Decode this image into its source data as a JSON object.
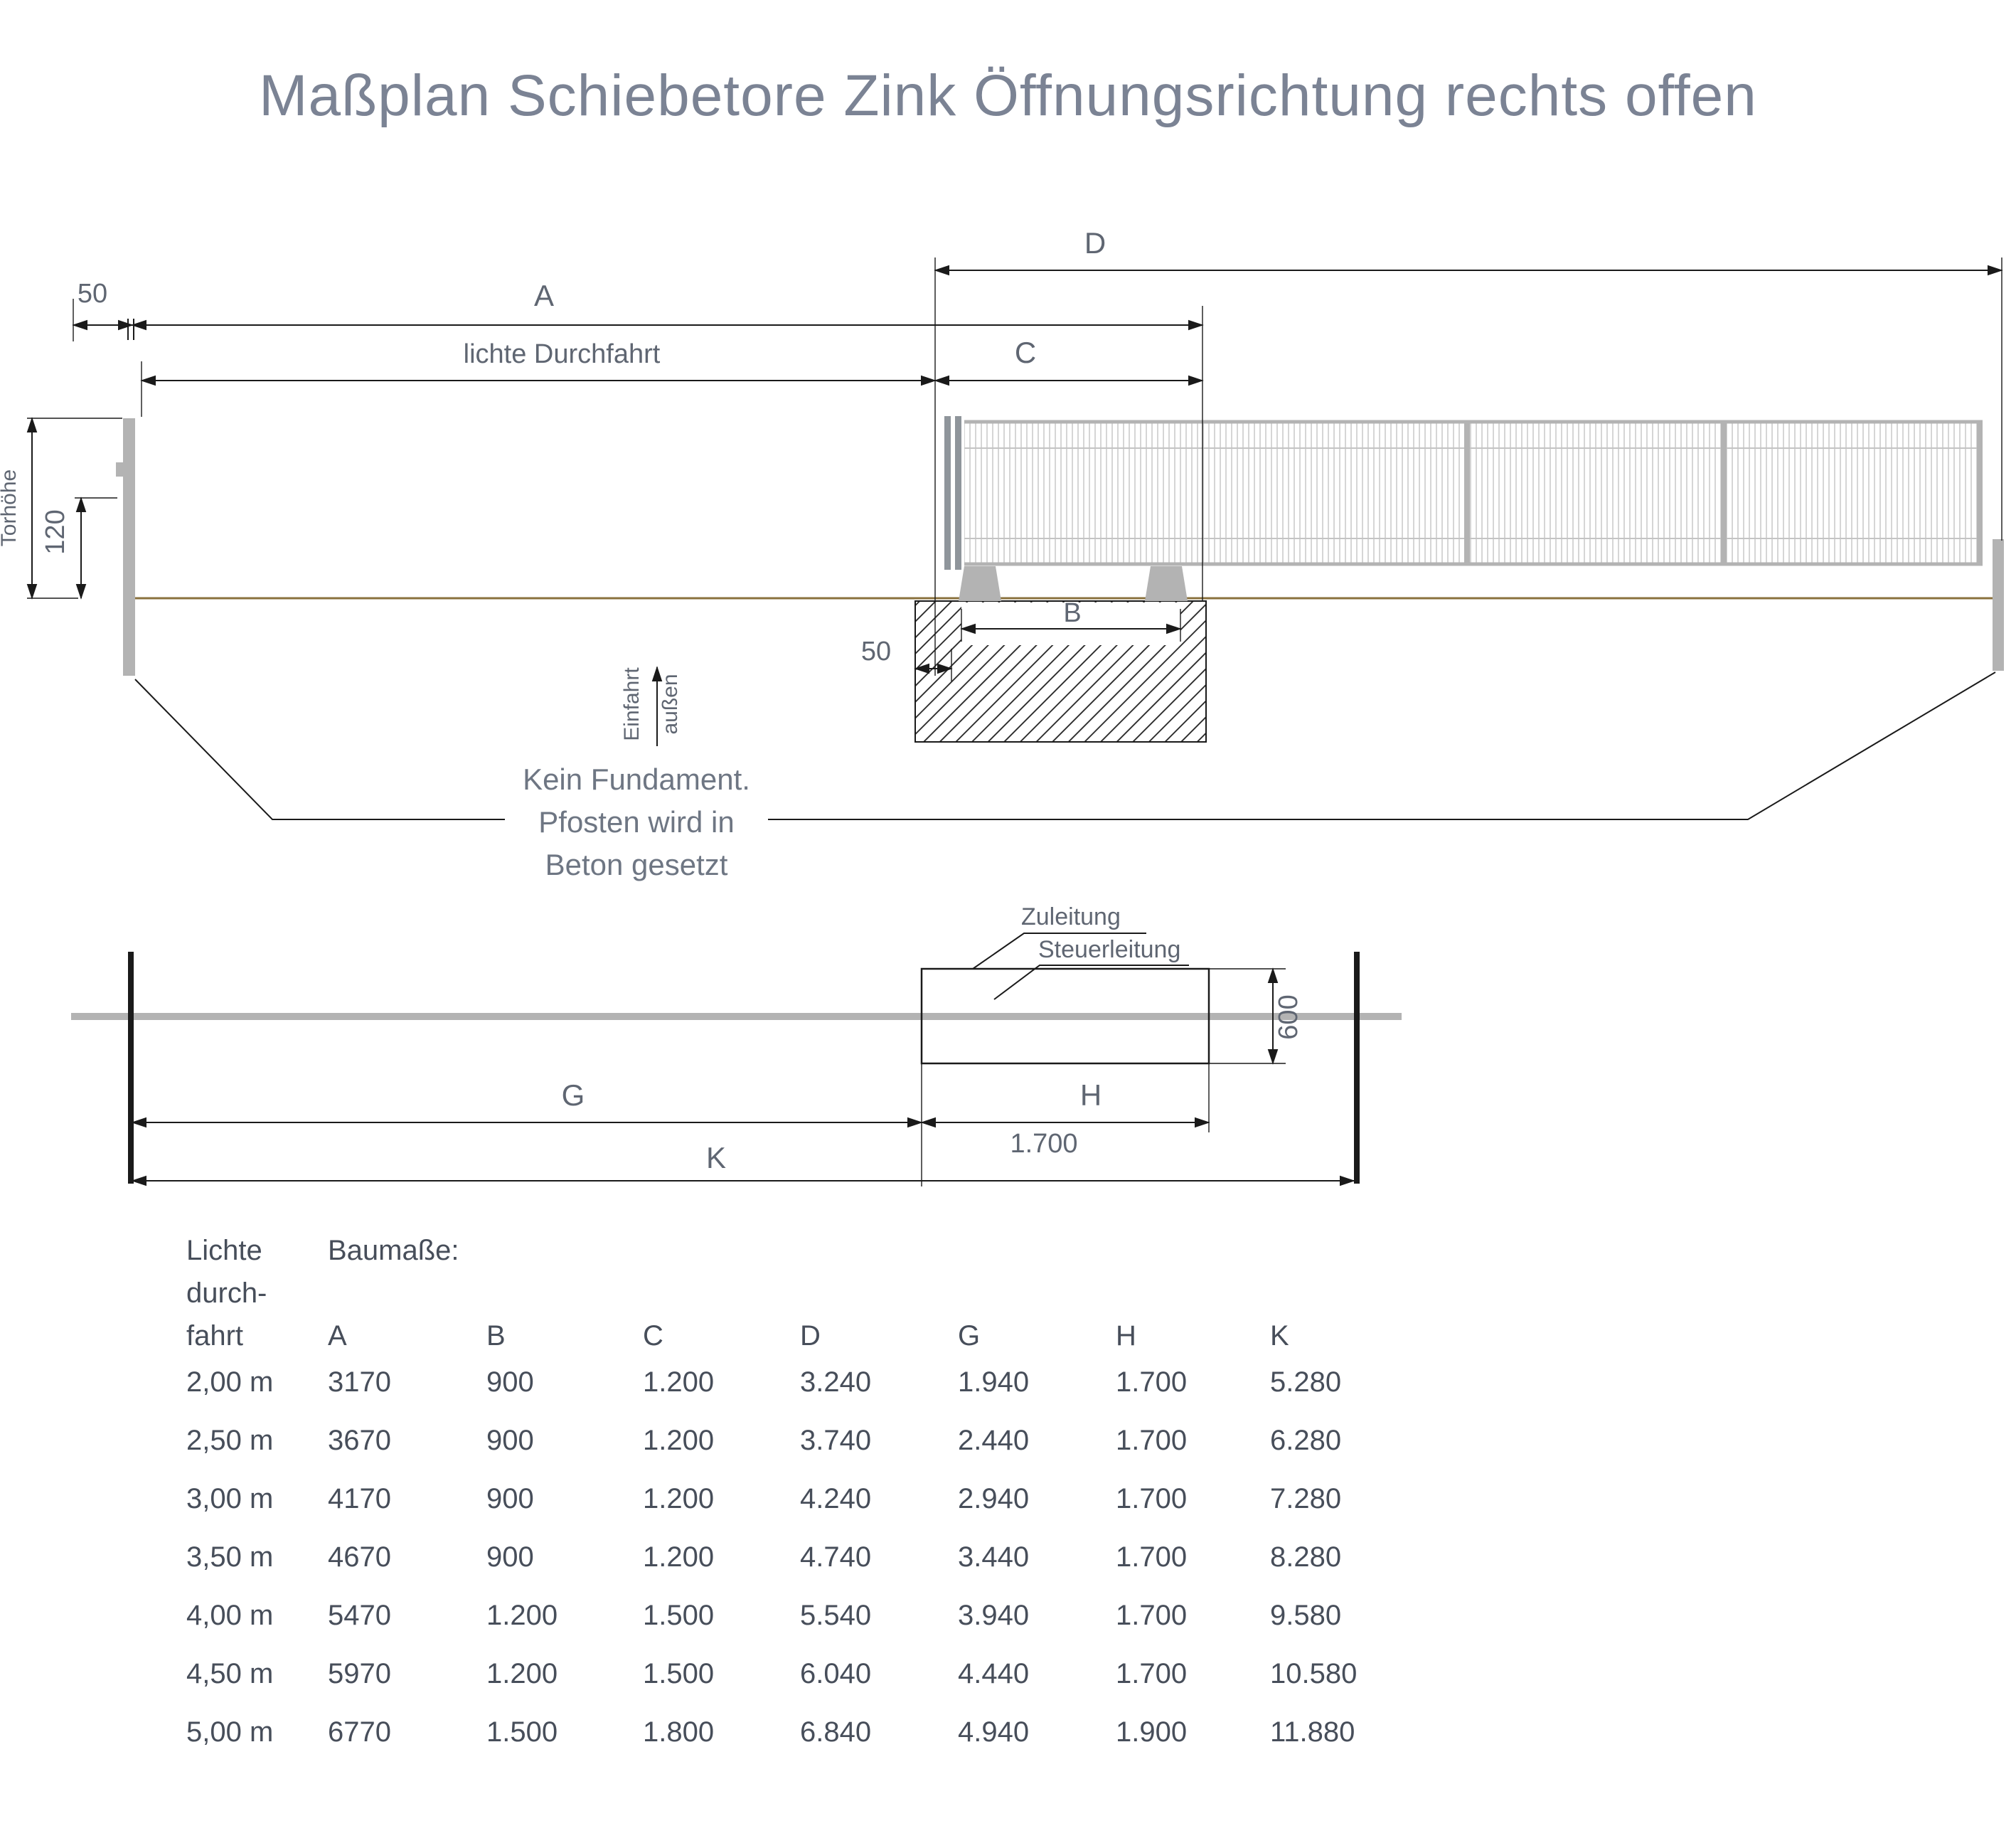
{
  "title": "Maßplan Schiebetore Zink Öffnungsrichtung rechts offen",
  "diagram": {
    "dim_D": "D",
    "dim_50_top": "50",
    "dim_A": "A",
    "dim_lichte_durchfahrt": "lichte Durchfahrt",
    "dim_C": "C",
    "dim_torhoehe": "Torhöhe",
    "dim_120": "120",
    "dim_B": "B",
    "dim_50_foundation": "50",
    "einfahrt_label": "Einfahrt",
    "aussen_label": "außen",
    "note_line1": "Kein Fundament.",
    "note_line2": "Pfosten wird in",
    "note_line3": "Beton gesetzt",
    "zuleitung_label": "Zuleitung",
    "steuerleitung_label": "Steuerleitung",
    "dim_600": "600",
    "dim_G": "G",
    "dim_H": "H",
    "dim_1700": "1.700",
    "dim_K": "K"
  },
  "table": {
    "col1_line1": "Lichte",
    "col1_line2": "durch-",
    "col1_line3": "fahrt",
    "baumasse_label": "Baumaße:",
    "columns": [
      "A",
      "B",
      "C",
      "D",
      "G",
      "H",
      "K"
    ],
    "rows": [
      {
        "ld": "2,00 m",
        "A": "3170",
        "B": "900",
        "C": "1.200",
        "D": "3.240",
        "G": "1.940",
        "H": "1.700",
        "K": "5.280"
      },
      {
        "ld": "2,50 m",
        "A": "3670",
        "B": "900",
        "C": "1.200",
        "D": "3.740",
        "G": "2.440",
        "H": "1.700",
        "K": "6.280"
      },
      {
        "ld": "3,00 m",
        "A": "4170",
        "B": "900",
        "C": "1.200",
        "D": "4.240",
        "G": "2.940",
        "H": "1.700",
        "K": "7.280"
      },
      {
        "ld": "3,50 m",
        "A": "4670",
        "B": "900",
        "C": "1.200",
        "D": "4.740",
        "G": "3.440",
        "H": "1.700",
        "K": "8.280"
      },
      {
        "ld": "4,00 m",
        "A": "5470",
        "B": "1.200",
        "C": "1.500",
        "D": "5.540",
        "G": "3.940",
        "H": "1.700",
        "K": "9.580"
      },
      {
        "ld": "4,50 m",
        "A": "5970",
        "B": "1.200",
        "C": "1.500",
        "D": "6.040",
        "G": "4.440",
        "H": "1.700",
        "K": "10.580"
      },
      {
        "ld": "5,00 m",
        "A": "6770",
        "B": "1.500",
        "C": "1.800",
        "D": "6.840",
        "G": "4.940",
        "H": "1.900",
        "K": "11.880"
      }
    ]
  },
  "colors": {
    "title_text": "#7b8394",
    "label_text": "#5f6672",
    "note_text": "#6e7683",
    "table_text": "#474e5a",
    "gate_gray": "#b3b3b3",
    "ground_brown": "#8a713d",
    "line_black": "#1a1a1a"
  }
}
